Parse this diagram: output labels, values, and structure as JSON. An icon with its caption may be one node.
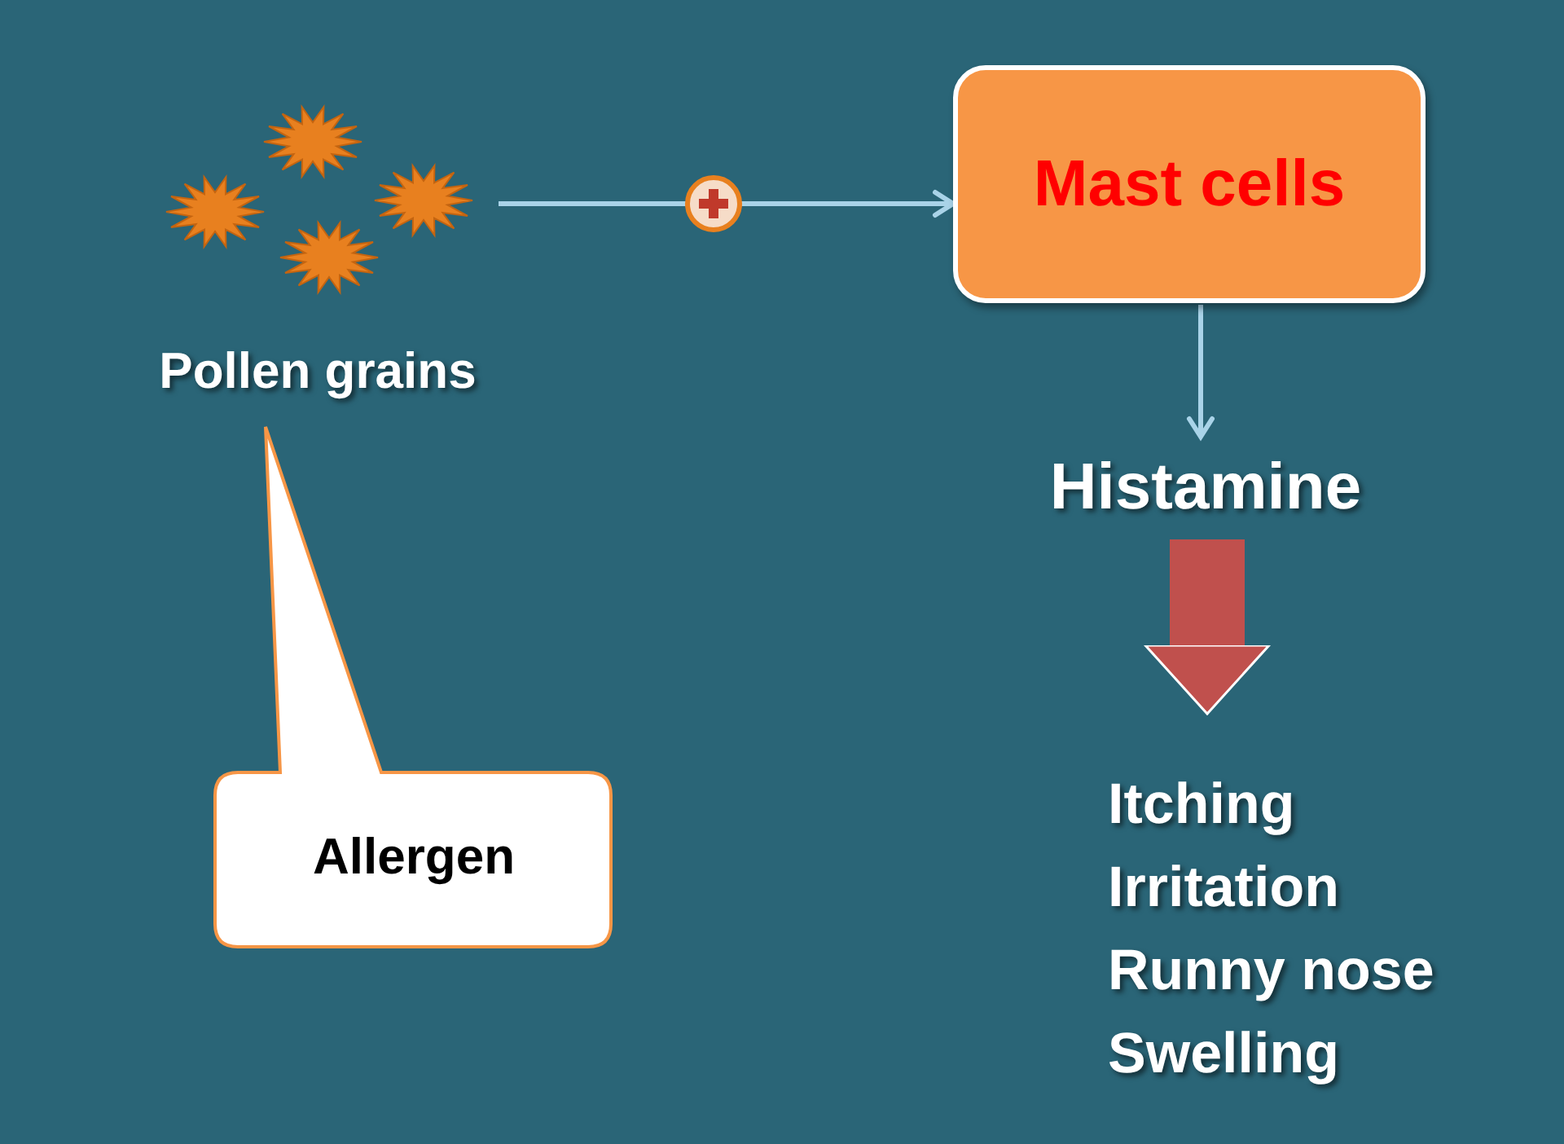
{
  "diagram": {
    "nodes": [
      {
        "text": [
          "Pollen grains"
        ]
      },
      {
        "text": [
          "Mast cells"
        ]
      },
      {
        "text": [
          "Histamine"
        ]
      },
      {
        "text": [
          "Itching",
          "Irritation",
          "Runny nose",
          "Swelling"
        ]
      },
      {
        "text": [
          "Allergen"
        ]
      }
    ],
    "edges": [
      {
        "from": 0,
        "to": 1,
        "arrow": "to"
      },
      {
        "from": 1,
        "to": 2,
        "arrow": "to"
      },
      {
        "from": 2,
        "to": 3,
        "arrow": "to",
        "style": "thick",
        "color": "#c0504d"
      }
    ]
  }
}
